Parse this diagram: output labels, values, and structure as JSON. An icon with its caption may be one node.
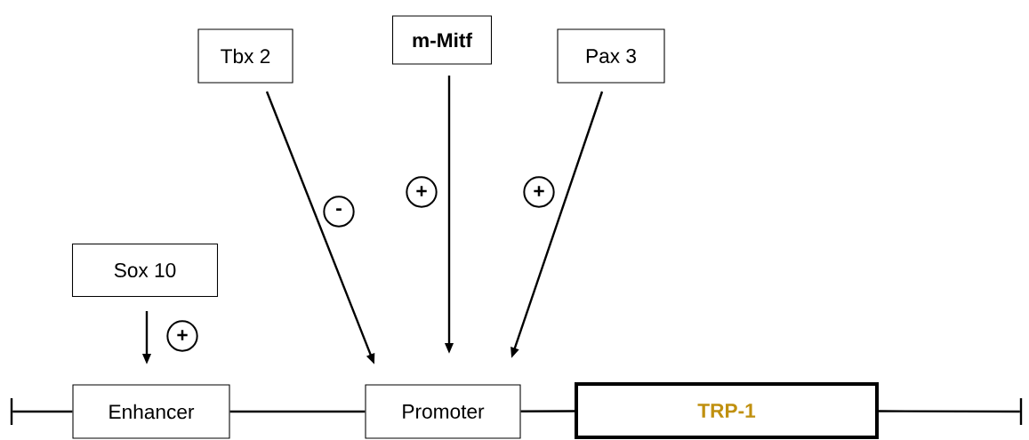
{
  "diagram": {
    "nodes": [
      {
        "text": [
          "Tbx 2"
        ]
      },
      {
        "text": [
          "m-Mitf"
        ]
      },
      {
        "text": [
          "Pax 3"
        ]
      },
      {
        "text": [
          "Sox 10"
        ]
      },
      {
        "text": [],
        "shape": "bar"
      },
      {
        "text": [
          "Enhancer"
        ]
      },
      {
        "text": [
          "Promoter"
        ]
      },
      {
        "text": [
          "TRP-1"
        ]
      },
      {
        "text": [],
        "shape": "bar"
      }
    ],
    "edges": [
      {
        "from": 0,
        "to": 6,
        "arrow": "to",
        "label": "-"
      },
      {
        "from": 1,
        "to": 6,
        "arrow": "to",
        "label": "+"
      },
      {
        "from": 2,
        "to": 6,
        "arrow": "to",
        "label": "+"
      },
      {
        "from": 3,
        "to": 5,
        "arrow": "to",
        "label": "+"
      },
      {
        "from": 4,
        "to": 5,
        "arrow": "none"
      },
      {
        "from": 5,
        "to": 6,
        "arrow": "none"
      },
      {
        "from": 6,
        "to": 7,
        "arrow": "none"
      },
      {
        "from": 7,
        "to": 8,
        "arrow": "none"
      }
    ]
  }
}
